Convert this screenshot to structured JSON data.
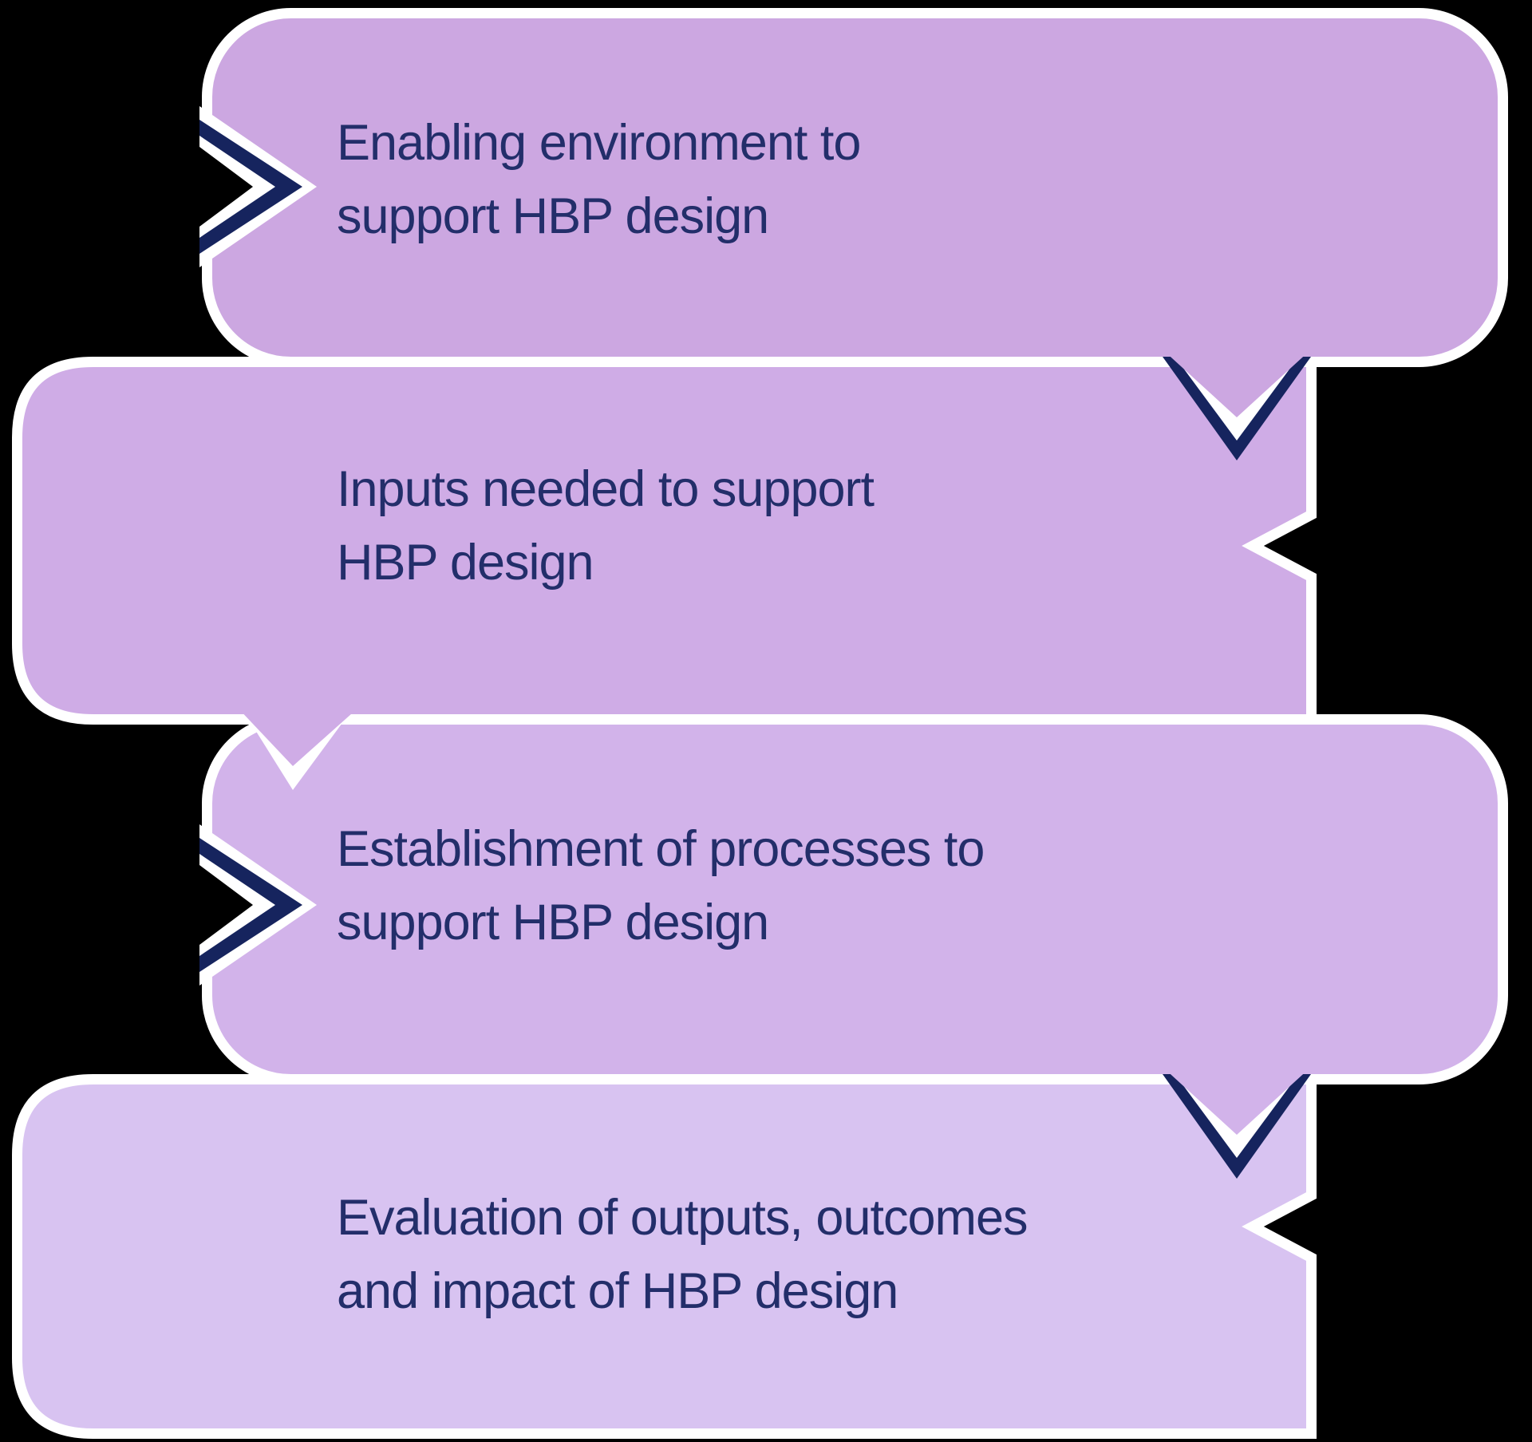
{
  "diagram": {
    "steps": [
      {
        "name": "step-1",
        "lines": [
          "Enabling environment to",
          "support HBP design"
        ]
      },
      {
        "name": "step-2",
        "lines": [
          "Inputs needed to support",
          "HBP design"
        ]
      },
      {
        "name": "step-3",
        "lines": [
          "Establishment of processes to",
          "support HBP design"
        ]
      },
      {
        "name": "step-4",
        "lines": [
          "Evaluation of outputs, outcomes",
          "and impact of HBP design"
        ]
      }
    ],
    "connectors": [
      {
        "type": "chevron-right",
        "position": "left edge of step 1"
      },
      {
        "type": "chevron-down",
        "position": "between step 1 and step 2, right side"
      },
      {
        "type": "tail-down",
        "position": "between step 2 and step 3, left side"
      },
      {
        "type": "chevron-right",
        "position": "left edge of step 3"
      },
      {
        "type": "chevron-down",
        "position": "between step 3 and step 4, right side"
      }
    ]
  },
  "colors": {
    "bg": "#000000",
    "white": "#ffffff",
    "box1": "#cca7e1",
    "box2": "#cface6",
    "box3": "#d2b3ea",
    "box4": "#d8c3f1",
    "navy": "#16245e",
    "text": "#232e6a"
  }
}
